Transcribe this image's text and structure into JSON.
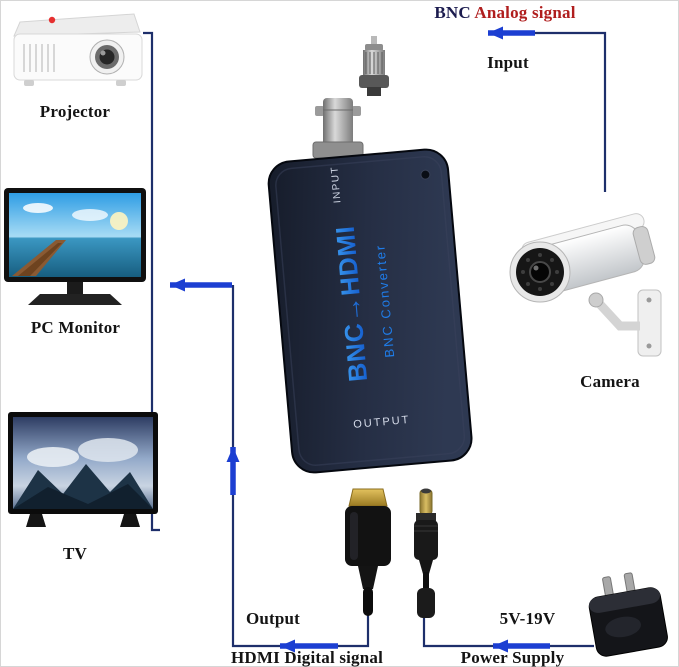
{
  "diagram": {
    "devices": {
      "projector": {
        "label": "Projector"
      },
      "pc_monitor": {
        "label": "PC Monitor"
      },
      "tv": {
        "label": "TV"
      },
      "camera": {
        "label": "Camera"
      }
    },
    "signals": {
      "bnc_prefix": "BNC ",
      "analog_suffix": "Analog signal",
      "input_label": "Input",
      "output_label": "Output",
      "hdmi_digital": "HDMI Digital signal",
      "power_supply": "Power Supply",
      "voltage_range": "5V-19V"
    },
    "converter": {
      "front_title": "BNC→HDMI",
      "front_subtitle": "BNC Converter",
      "input_port": "INPUT",
      "output_port": "OUTPUT"
    },
    "colors": {
      "arrow_blue": "#1c3fd2",
      "line_navy": "#1e2f6b",
      "signal_red": "#b01e1e",
      "device_body_navy": "#222b3d",
      "device_text_blue": "#1d7de8"
    }
  }
}
